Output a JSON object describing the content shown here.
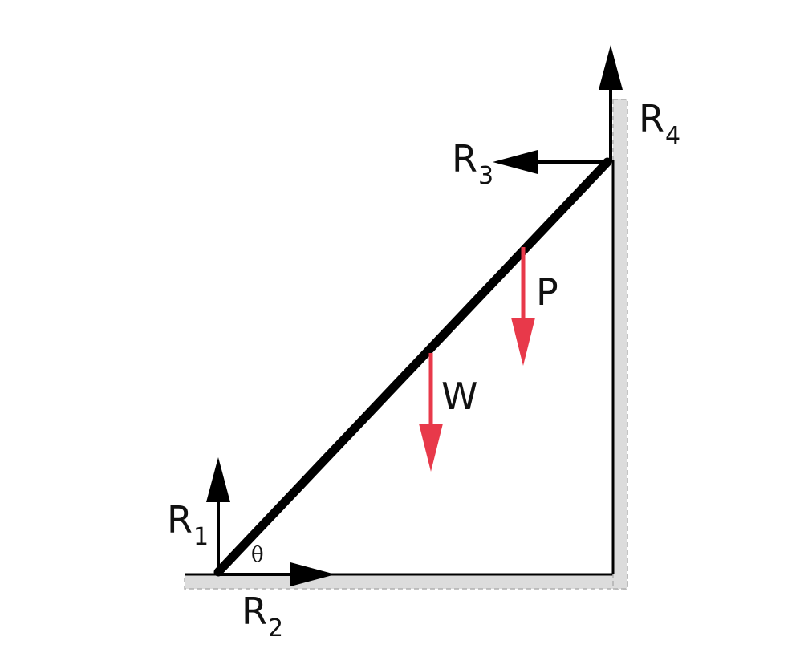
{
  "colors": {
    "member": "#000000",
    "reaction_arrows": "#000000",
    "load_arrows": "#e8394a",
    "surface_fill": "#dcdcdc",
    "surface_edge": "#b0b0b0"
  },
  "labels": {
    "r1": {
      "main": "R",
      "sub": "1"
    },
    "r2": {
      "main": "R",
      "sub": "2"
    },
    "r3": {
      "main": "R",
      "sub": "3"
    },
    "r4": {
      "main": "R",
      "sub": "4"
    },
    "w": "W",
    "p": "P",
    "theta": "θ"
  }
}
